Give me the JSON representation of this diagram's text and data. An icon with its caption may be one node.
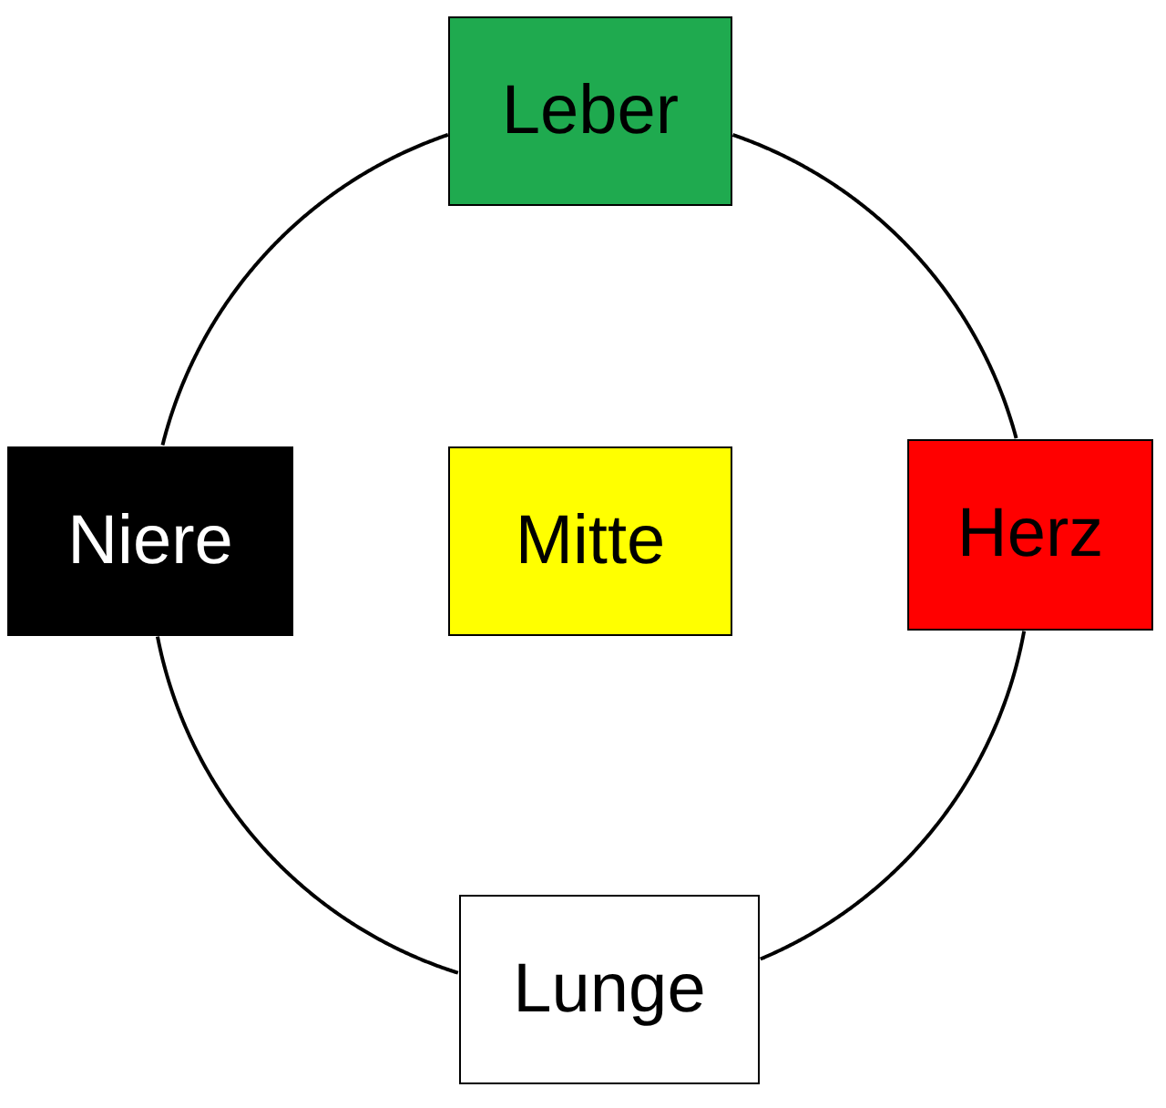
{
  "diagram": {
    "nodes": [
      {
        "text": [
          "Leber"
        ]
      },
      {
        "text": [
          "Niere"
        ]
      },
      {
        "text": [
          "Mitte"
        ]
      },
      {
        "text": [
          "Herz"
        ]
      },
      {
        "text": [
          "Lunge"
        ]
      }
    ],
    "edges": [
      {
        "from": 0,
        "to": 3,
        "arrow": "none"
      },
      {
        "from": 3,
        "to": 4,
        "arrow": "none"
      },
      {
        "from": 4,
        "to": 1,
        "arrow": "none"
      },
      {
        "from": 1,
        "to": 0,
        "arrow": "none"
      }
    ]
  }
}
